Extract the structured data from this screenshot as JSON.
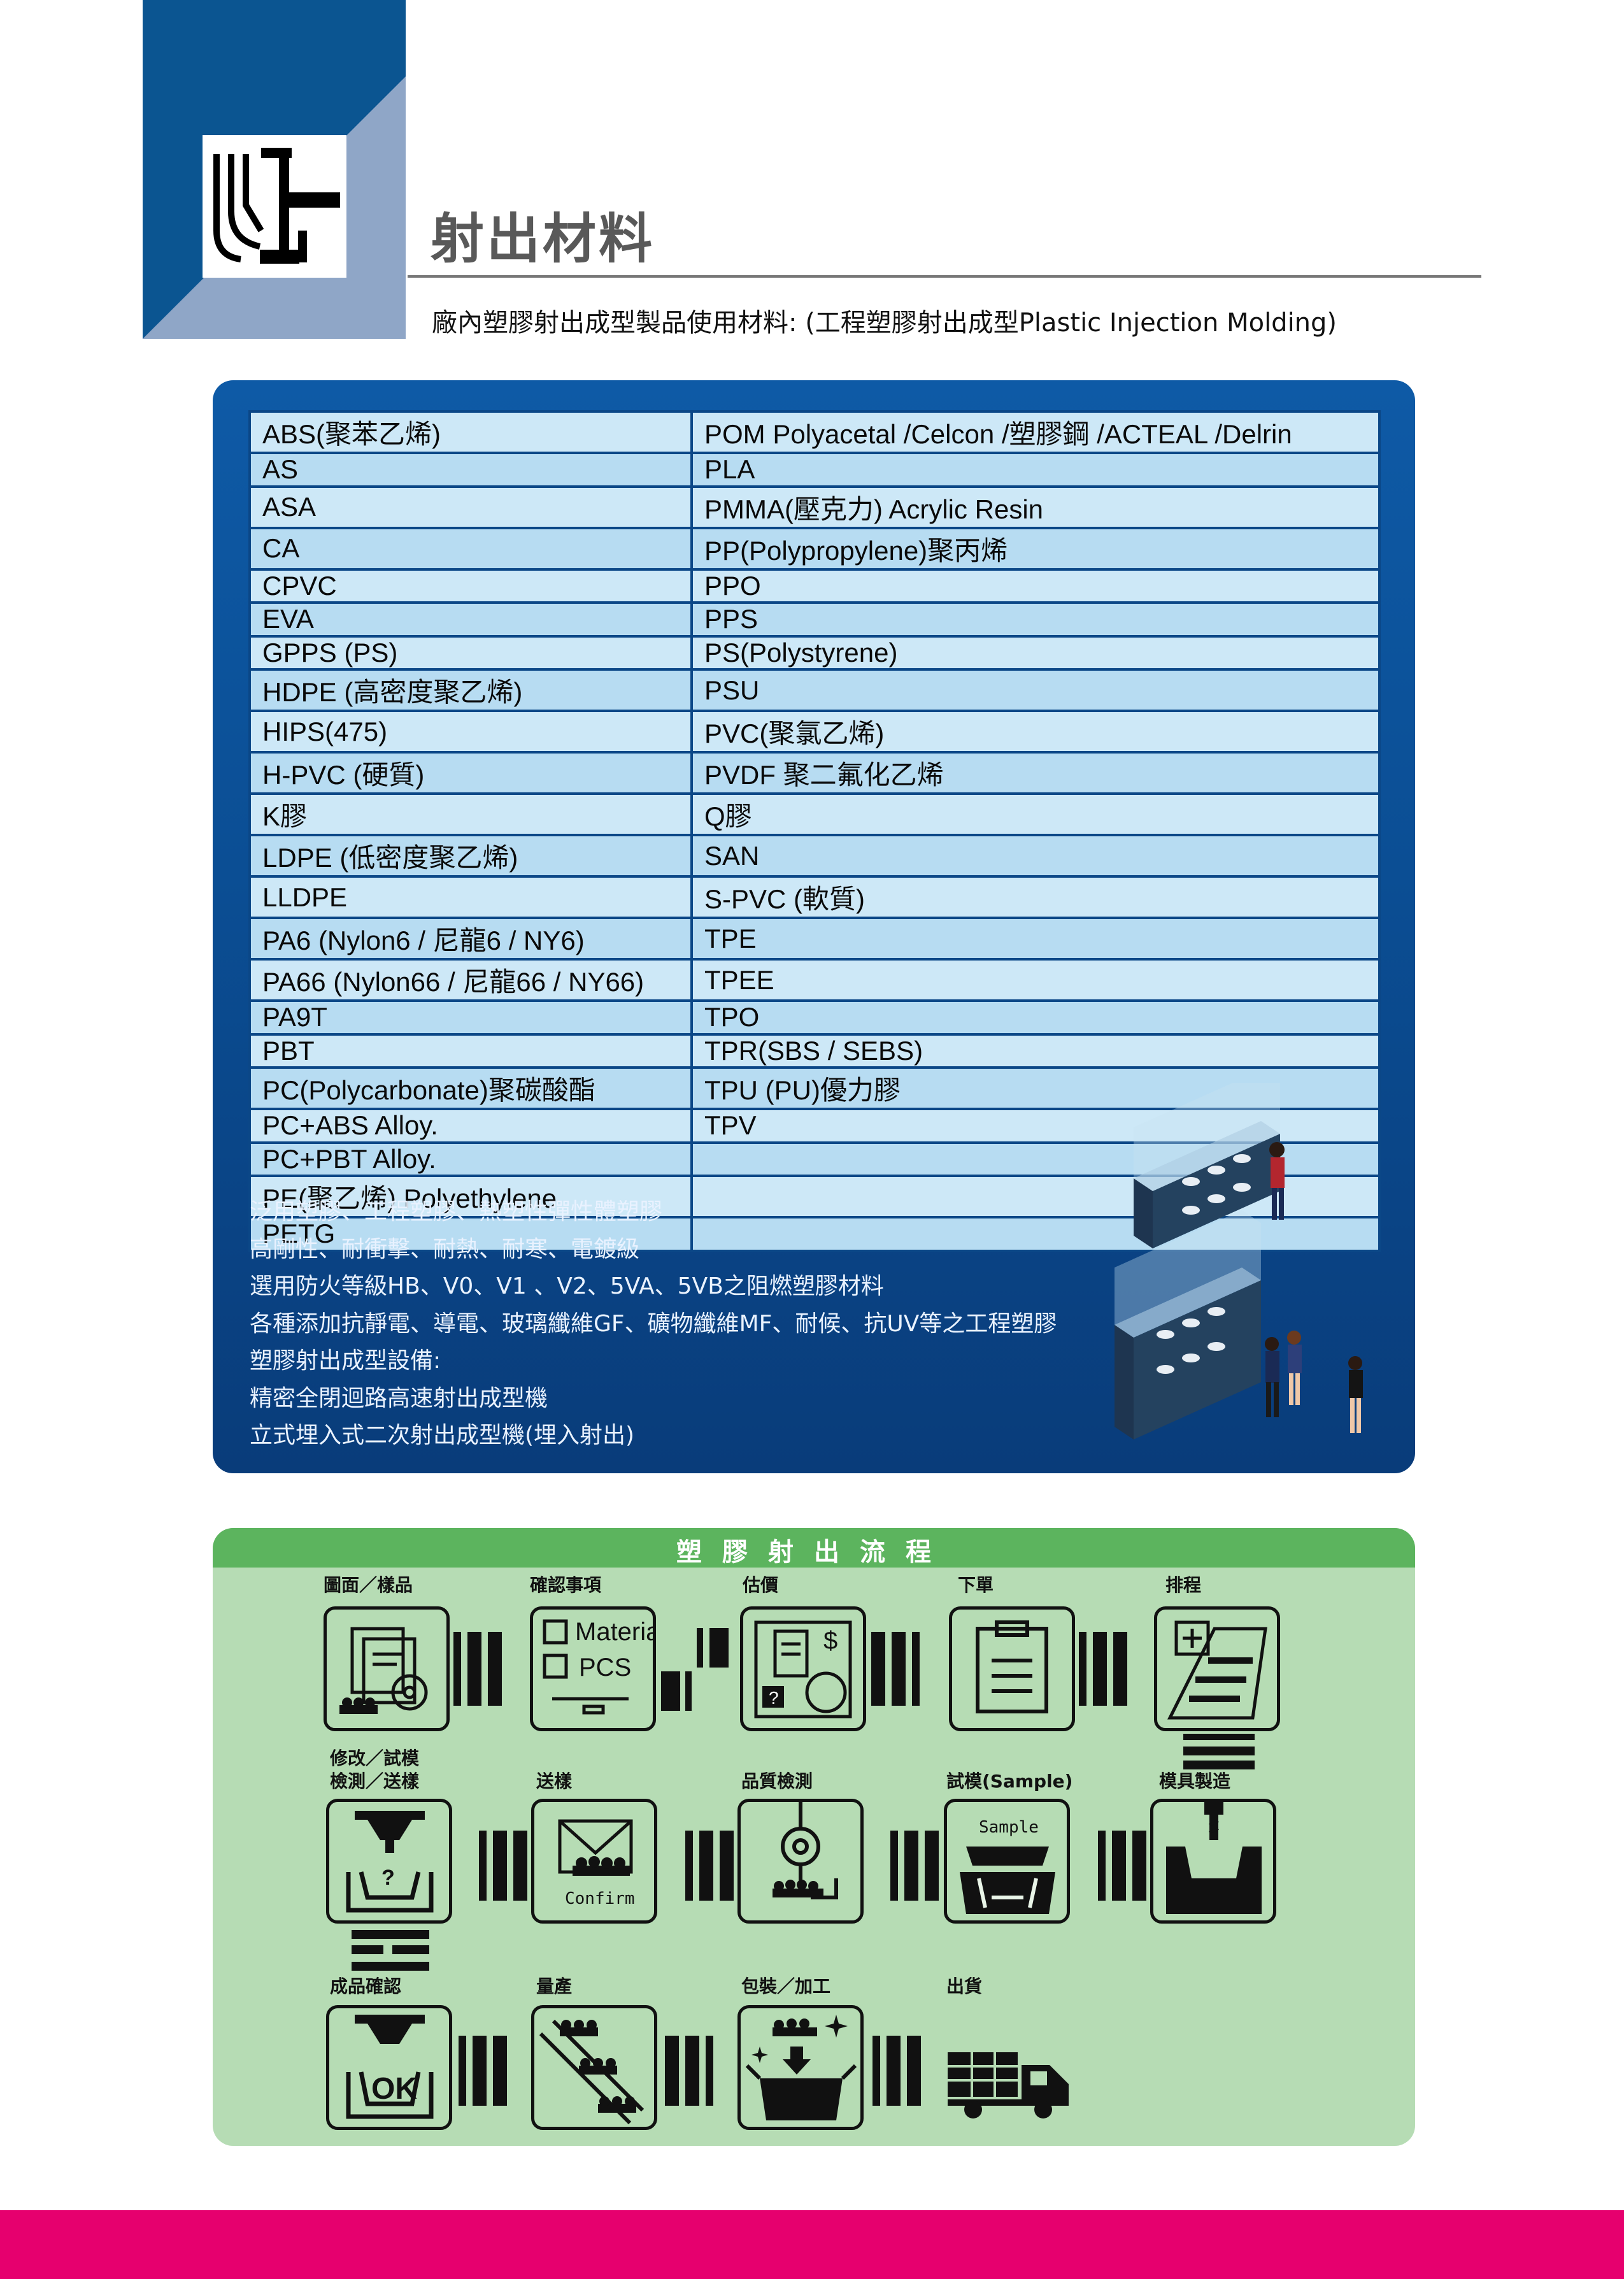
{
  "header": {
    "title": "射出材料",
    "subtitle": "廠內塑膠射出成型製品使用材料:  (工程塑膠射出成型Plastic Injection Molding)"
  },
  "materials": {
    "rows": [
      [
        "ABS(聚苯乙烯)",
        "POM Polyacetal    /Celcon /塑膠鋼 /ACTEAL /Delrin"
      ],
      [
        "AS",
        "PLA"
      ],
      [
        "ASA",
        "PMMA(壓克力) Acrylic Resin"
      ],
      [
        "CA",
        "PP(Polypropylene)聚丙烯"
      ],
      [
        "CPVC",
        "PPO"
      ],
      [
        "EVA",
        "PPS"
      ],
      [
        "GPPS (PS)",
        "PS(Polystyrene)"
      ],
      [
        "HDPE (高密度聚乙烯)",
        "PSU"
      ],
      [
        "HIPS(475)",
        "PVC(聚氯乙烯)"
      ],
      [
        "H-PVC (硬質)",
        "PVDF 聚二氟化乙烯"
      ],
      [
        "K膠",
        "Q膠"
      ],
      [
        "LDPE (低密度聚乙烯)",
        "SAN"
      ],
      [
        "LLDPE",
        "S-PVC (軟質)"
      ],
      [
        "PA6 (Nylon6 / 尼龍6 / NY6)",
        "TPE"
      ],
      [
        "PA66 (Nylon66 / 尼龍66 / NY66)",
        "TPEE"
      ],
      [
        "PA9T",
        "TPO"
      ],
      [
        "PBT",
        "TPR(SBS / SEBS)"
      ],
      [
        "PC(Polycarbonate)聚碳酸酯",
        "TPU (PU)優力膠"
      ],
      [
        "PC+ABS Alloy.",
        "TPV"
      ],
      [
        "PC+PBT Alloy.",
        ""
      ],
      [
        "PE(聚乙烯) Polyethylene",
        ""
      ],
      [
        "PETG",
        ""
      ]
    ],
    "notes": [
      "泛用塑膠、工程塑膠、熱塑性彈性體塑膠",
      "高剛性、耐衝擊、耐熱、耐寒、電鍍級",
      "選用防火等級HB、V0、V1 、V2、5VA、5VB之阻燃塑膠材料",
      "各種添加抗靜電、導電、玻璃纖維GF、礦物纖維MF、耐候、抗UV等之工程塑膠",
      "塑膠射出成型設備:",
      "精密全閉迴路高速射出成型機",
      "立式埋入式二次射出成型機(埋入射出)"
    ]
  },
  "process": {
    "title": "塑膠射出流程",
    "steps": [
      {
        "label": "圖面／樣品",
        "icon": "drawing-sample-icon"
      },
      {
        "label": "確認事項",
        "icon": "checklist-icon",
        "text1": "Material",
        "text2": "PCS"
      },
      {
        "label": "估價",
        "icon": "quote-icon",
        "text1": "$",
        "text2": "?"
      },
      {
        "label": "下單",
        "icon": "clipboard-icon"
      },
      {
        "label": "排程",
        "icon": "schedule-icon"
      },
      {
        "label": "模具製造",
        "icon": "mold-making-icon"
      },
      {
        "label": "試模(Sample)",
        "icon": "trial-mold-icon",
        "text1": "Sample"
      },
      {
        "label": "品質檢測",
        "icon": "quality-inspection-icon"
      },
      {
        "label": "送樣",
        "icon": "envelope-icon",
        "text1": "Confirm"
      },
      {
        "label1": "修改／試模",
        "label2": "檢測／送樣",
        "icon": "modify-test-icon",
        "text1": "?"
      },
      {
        "label": "成品確認",
        "icon": "product-ok-icon",
        "text1": "OK"
      },
      {
        "label": "量產",
        "icon": "mass-production-icon"
      },
      {
        "label": "包裝／加工",
        "icon": "packing-icon"
      },
      {
        "label": "出貨",
        "icon": "truck-icon"
      }
    ]
  },
  "colors": {
    "header_blue": "#0b5591",
    "header_light": "#8fa6c7",
    "panel_blue": "#0b4e94",
    "process_green": "#b6dcb4",
    "process_header": "#5cb45e",
    "footer": "#e6006e"
  }
}
